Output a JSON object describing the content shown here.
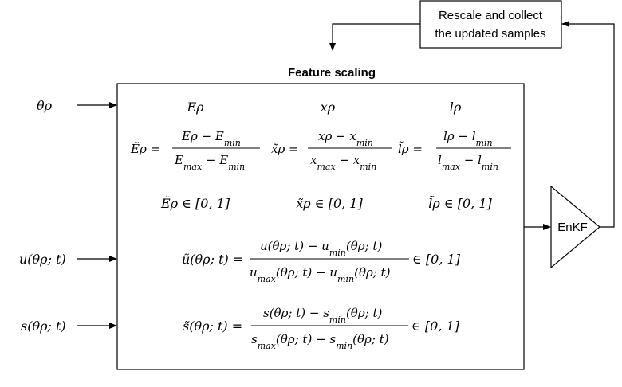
{
  "title": "Feature scaling",
  "rescale_box": {
    "line1": "Rescale and collect",
    "line2": "the updated samples"
  },
  "enkf_label": "EnKF",
  "inputs": {
    "theta": "θρ",
    "u": "u(θρ; t)",
    "s": "s(θρ; t)"
  },
  "headers": {
    "E": "Eρ",
    "x": "xρ",
    "l": "lρ"
  },
  "equations": {
    "E_lhs": "Ẽρ =",
    "E_num": "Eρ − E",
    "E_num_sub": "min",
    "E_den": "E",
    "E_den_sub1": "max",
    "E_den_mid": " − E",
    "E_den_sub2": "min",
    "x_lhs": "x̃ρ =",
    "x_num": "xρ − x",
    "x_num_sub": "min",
    "x_den": "x",
    "x_den_sub1": "max",
    "x_den_mid": " − x",
    "x_den_sub2": "min",
    "l_lhs": "l̃ρ =",
    "l_num": "lρ − l",
    "l_num_sub": "min",
    "l_den": "l",
    "l_den_sub1": "max",
    "l_den_mid": " − l",
    "l_den_sub2": "min"
  },
  "ranges": {
    "E": "Ẽρ ∈ [0, 1]",
    "x": "x̃ρ ∈ [0, 1]",
    "l": "l̃ρ ∈ [0, 1]"
  },
  "u_equation": {
    "lhs": "ũ(θρ; t) =",
    "num": "u(θρ; t) − u",
    "num_sub": "min",
    "num_tail": "(θρ; t)",
    "den": "u",
    "den_sub1": "max",
    "den_mid": "(θρ; t) − u",
    "den_sub2": "min",
    "den_tail": "(θρ; t)",
    "rhs": "∈ [0, 1]"
  },
  "s_equation": {
    "lhs": "s̃(θρ; t) =",
    "num": "s(θρ; t) − s",
    "num_sub": "min",
    "num_tail": "(θρ; t)",
    "den": "s",
    "den_sub1": "max",
    "den_mid": "(θρ; t) − s",
    "den_sub2": "min",
    "den_tail": "(θρ; t)",
    "rhs": "∈ [0, 1]"
  }
}
